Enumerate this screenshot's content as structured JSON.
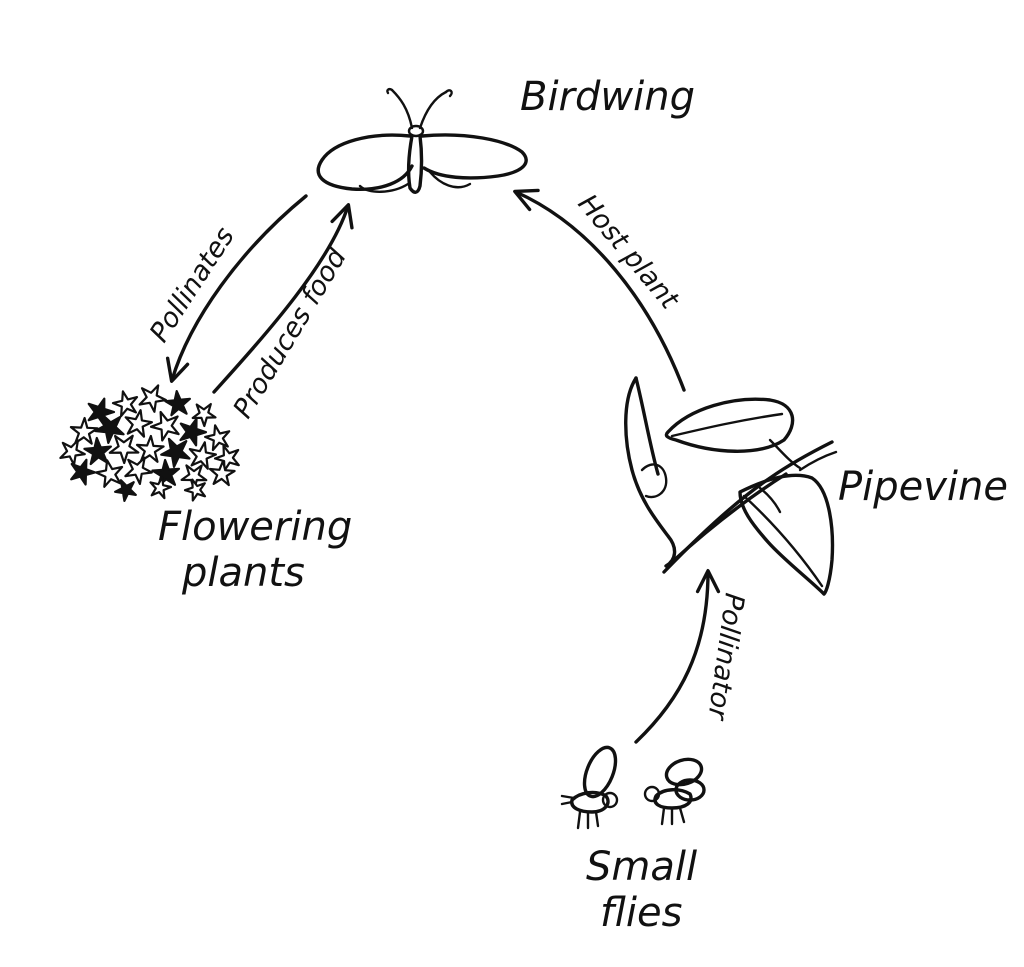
{
  "nodes": {
    "birdwing": {
      "label": "Birdwing"
    },
    "pipevine": {
      "label": "Pipevine"
    },
    "flowering_plants": {
      "line1": "Flowering",
      "line2": "plants"
    },
    "small_flies": {
      "line1": "Small",
      "line2": "flies"
    }
  },
  "edges": {
    "pollinates": {
      "label": "Pollinates",
      "from": "Birdwing",
      "to": "Flowering plants"
    },
    "produces_food": {
      "label": "Produces food",
      "from": "Flowering plants",
      "to": "Birdwing"
    },
    "host_plant": {
      "label": "Host plant",
      "from": "Pipevine",
      "to": "Birdwing"
    },
    "pollinator": {
      "label": "Pollinator",
      "from": "Small flies",
      "to": "Pipevine"
    }
  },
  "colors": {
    "ink": "#111111",
    "paper": "#ffffff"
  }
}
